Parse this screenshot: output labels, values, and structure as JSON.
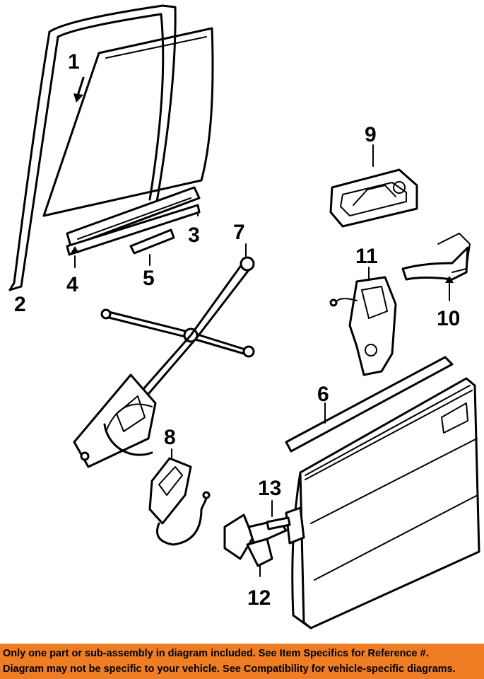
{
  "diagram": {
    "callouts": [
      "1",
      "2",
      "3",
      "4",
      "5",
      "6",
      "7",
      "8",
      "9",
      "10",
      "11",
      "12",
      "13"
    ]
  },
  "footer": {
    "line1": "Only one part or sub-assembly in diagram included. See Item Specifics for Reference #.",
    "line2": "Diagram may not be specific to your vehicle. See Compatibility for vehicle-specific diagrams."
  },
  "colors": {
    "banner": "#ee7d24",
    "ink": "#000000",
    "background": "#ffffff"
  }
}
